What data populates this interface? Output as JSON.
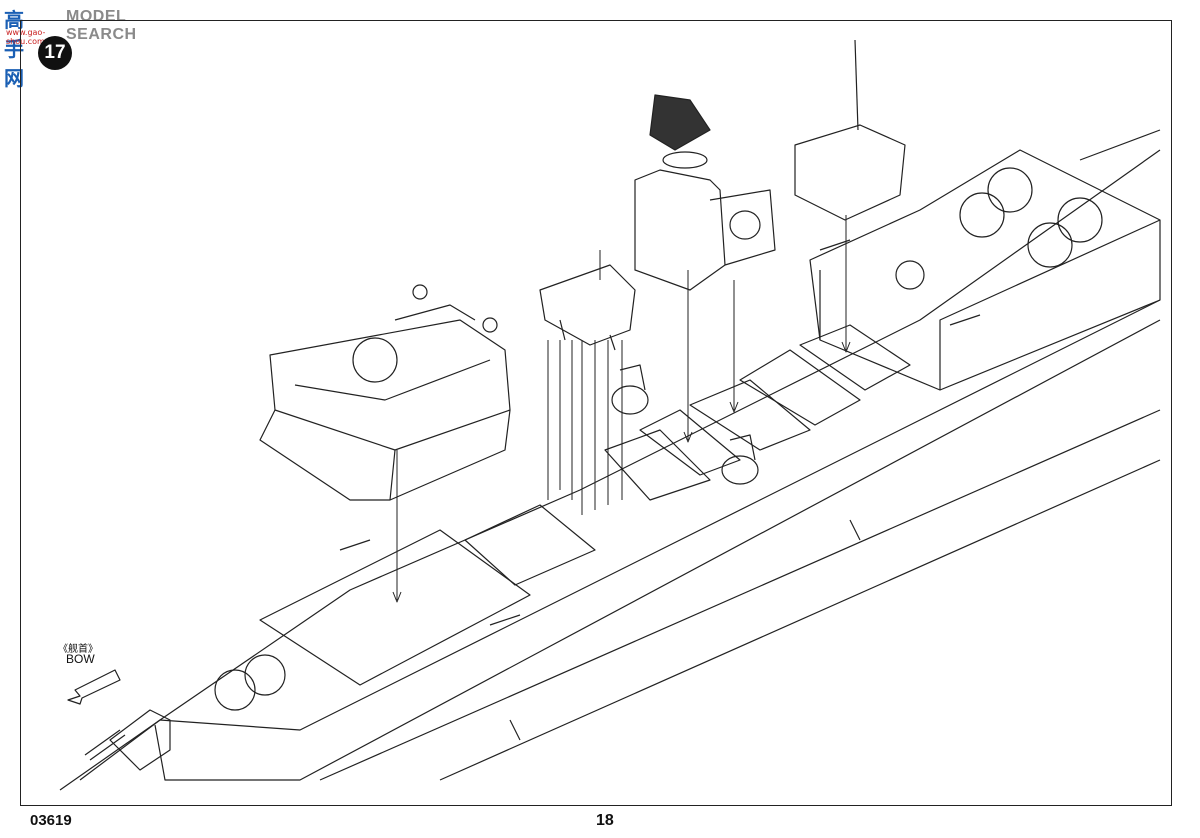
{
  "watermark": {
    "chinese": "高手网",
    "english": "MODEL SEARCH",
    "url": "www.gao-shou.com"
  },
  "step_number": "17",
  "bow": {
    "chinese": "《舰首》",
    "english": "BOW"
  },
  "kit_number": "03619",
  "page_number": "18",
  "colors": {
    "line": "#222222",
    "background": "#ffffff",
    "watermark_blue": "#1a5fb4",
    "watermark_red": "#c81e1e"
  }
}
